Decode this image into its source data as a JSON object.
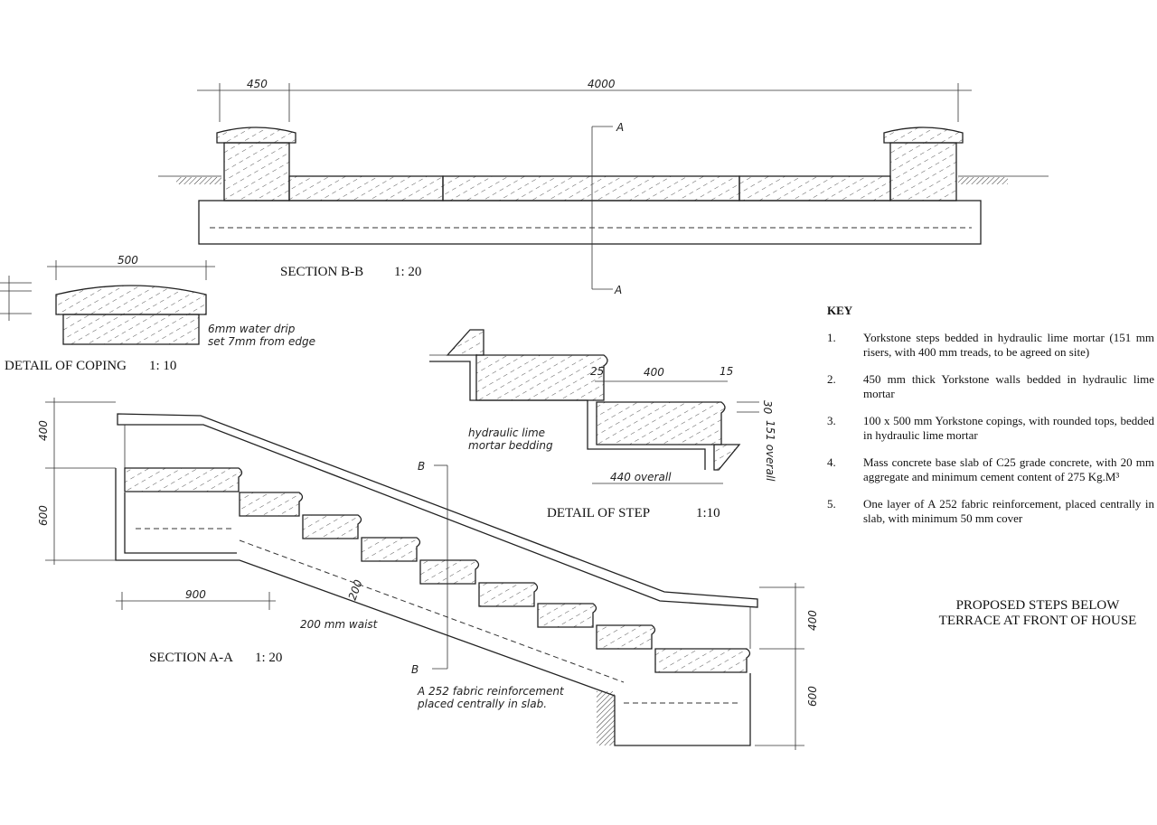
{
  "section_bb": {
    "title": "SECTION B-B",
    "scale": "1: 20",
    "dim_pier": "450",
    "dim_overall": "4000",
    "section_mark": "A"
  },
  "coping_detail": {
    "title": "DETAIL OF COPING",
    "scale": "1: 10",
    "dim_width": "500",
    "note_line1": "6mm water drip",
    "note_line2": "set 7mm from edge"
  },
  "step_detail": {
    "title": "DETAIL OF STEP",
    "scale": "1:10",
    "dim_nosing": "25",
    "dim_tread": "400",
    "dim_overhang": "15",
    "dim_nosing_height": "30",
    "dim_riser": "151 overall",
    "dim_overall": "440 overall",
    "note_line1": "hydraulic lime",
    "note_line2": "mortar bedding"
  },
  "section_aa": {
    "title": "SECTION A-A",
    "scale": "1: 20",
    "dim_left_top": "400",
    "dim_left_bottom": "600",
    "dim_landing": "900",
    "dim_right_top": "400",
    "dim_right_bottom": "600",
    "dim_waist": "200",
    "note_waist": "200 mm waist",
    "note_fabric_line1": "A 252 fabric reinforcement",
    "note_fabric_line2": "placed centrally in slab.",
    "section_mark": "B"
  },
  "key": {
    "heading": "KEY",
    "items": [
      {
        "num": "1.",
        "text": "Yorkstone steps bedded in hydraulic lime mortar (151 mm risers, with 400 mm treads, to be agreed on site)"
      },
      {
        "num": "2.",
        "text": "450 mm thick Yorkstone walls bedded in hydraulic lime mortar"
      },
      {
        "num": "3.",
        "text": "100 x 500 mm Yorkstone copings, with rounded tops, bedded in hydraulic lime mortar"
      },
      {
        "num": "4.",
        "text": "Mass concrete base slab of C25 grade concrete, with 20 mm aggregate and minimum cement content of 275 Kg.M³"
      },
      {
        "num": "5.",
        "text": "One layer of A 252 fabric reinforcement, placed centrally in slab, with minimum 50 mm cover"
      }
    ]
  },
  "drawing_title": {
    "line1": "PROPOSED STEPS BELOW",
    "line2": "TERRACE AT FRONT OF HOUSE"
  }
}
